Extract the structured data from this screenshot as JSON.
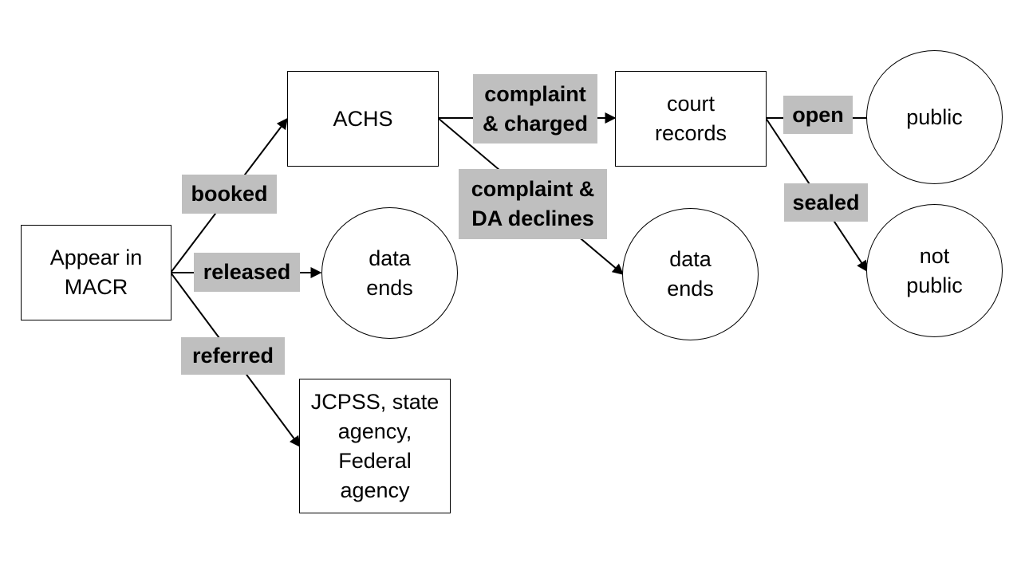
{
  "nodes": {
    "macr": "Appear in\nMACR",
    "achs": "ACHS",
    "court_records": "court\nrecords",
    "public": "public",
    "not_public": "not\npublic",
    "data_ends_released": "data\nends",
    "data_ends_declined": "data\nends",
    "agencies": "JCPSS, state\nagency,\nFederal\nagency"
  },
  "edge_labels": {
    "booked": "booked",
    "released": "released",
    "referred": "referred",
    "complaint_charged": "complaint\n& charged",
    "complaint_declines": "complaint &\nDA declines",
    "open": "open",
    "sealed": "sealed"
  },
  "colors": {
    "label_fill": "#bfbfbf",
    "stroke": "#000000"
  }
}
